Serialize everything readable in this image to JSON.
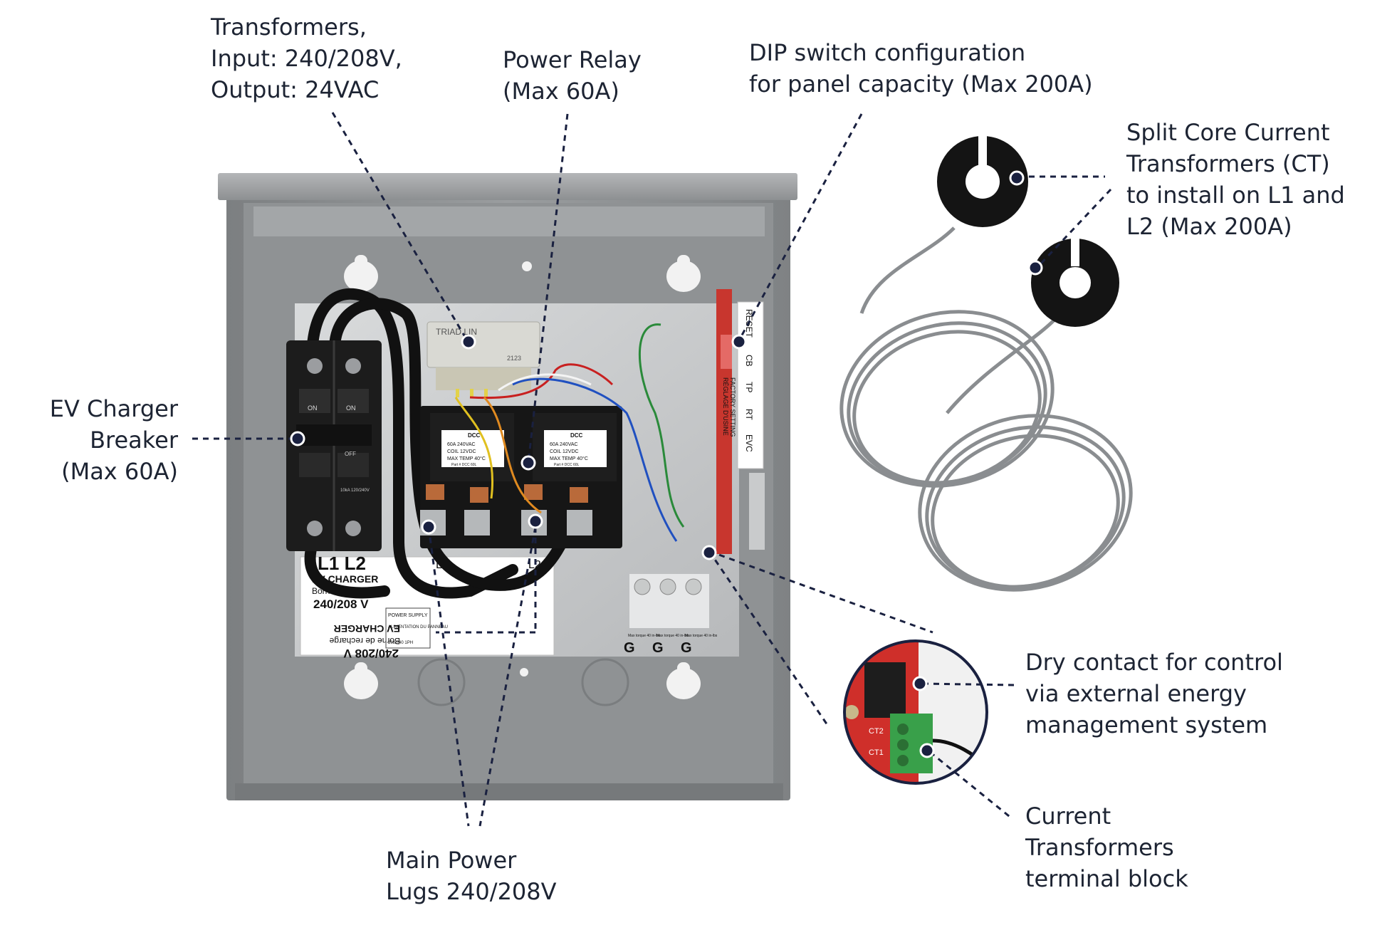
{
  "callouts": {
    "transformers": {
      "lines": [
        "Transformers,",
        "Input: 240/208V,",
        "Output: 24VAC"
      ]
    },
    "power_relay": {
      "lines": [
        "Power Relay",
        "(Max 60A)"
      ]
    },
    "dip_switch": {
      "lines": [
        "DIP switch configuration",
        "for panel capacity (Max 200A)"
      ]
    },
    "split_core_ct": {
      "lines": [
        "Split Core Current",
        "Transformers (CT)",
        "to install on L1 and",
        "L2 (Max 200A)"
      ]
    },
    "ev_breaker": {
      "lines": [
        "EV Charger",
        "Breaker",
        "(Max 60A)"
      ]
    },
    "dry_contact": {
      "lines": [
        "Dry contact for control",
        "via external energy",
        "management system"
      ]
    },
    "ct_terminal": {
      "lines": [
        "Current",
        "Transformers",
        "terminal block"
      ]
    },
    "main_lugs": {
      "lines": [
        "Main Power",
        "Lugs 240/208V"
      ]
    }
  },
  "panel_markings": {
    "breaker_on": "ON",
    "breaker_off": "OFF",
    "breaker_rating": "10kA 120/240V",
    "label_l1l2": "L1 L2",
    "label_ev_charger": "EV CHARGER",
    "label_borne": "Borne de recharge",
    "label_voltage": "240/208 V",
    "label_l1": "L1",
    "label_l2": "L2",
    "power_supply": "POWER SUPPLY",
    "alimentation": "ALIMENTATION DU PANNEAU",
    "supply_spec": "208/240 1PH",
    "transformer_brand": "TRIAD LIN",
    "transformer_code": "2123",
    "relay_brand": "DCC",
    "relay1_spec": [
      "60A 240VAC",
      "COIL 12VDC",
      "MAX TEMP 40°C"
    ],
    "relay2_spec": [
      "60A 240VAC",
      "COIL 12VDC",
      "MAX TEMP 40°C"
    ],
    "relay_part": "Part # DCC 60L",
    "board_labels": [
      "RESET",
      "CB",
      "TP",
      "RT",
      "EVC"
    ],
    "board_setting": [
      "RÉGLAGE D'USINE",
      "FACTORY SETTING"
    ],
    "ground_marks": [
      "G",
      "G",
      "G"
    ],
    "torque_labels": [
      "Max torque 40 in-lbs",
      "Max torque 40 in-lbs",
      "Max torque 40 in-lbs"
    ],
    "inset_ct2": "CT2",
    "inset_ct1": "CT1"
  },
  "colors": {
    "text": "#1d2433",
    "leader": "#1a2140",
    "enclosure": "#8c8f91",
    "enclosure_dark": "#6f7274",
    "backplate": "#c8cacb",
    "ct_black": "#141414",
    "cable_gray": "#8a8d90",
    "board_red": "#d8322c",
    "terminal_green": "#3aa04a"
  }
}
